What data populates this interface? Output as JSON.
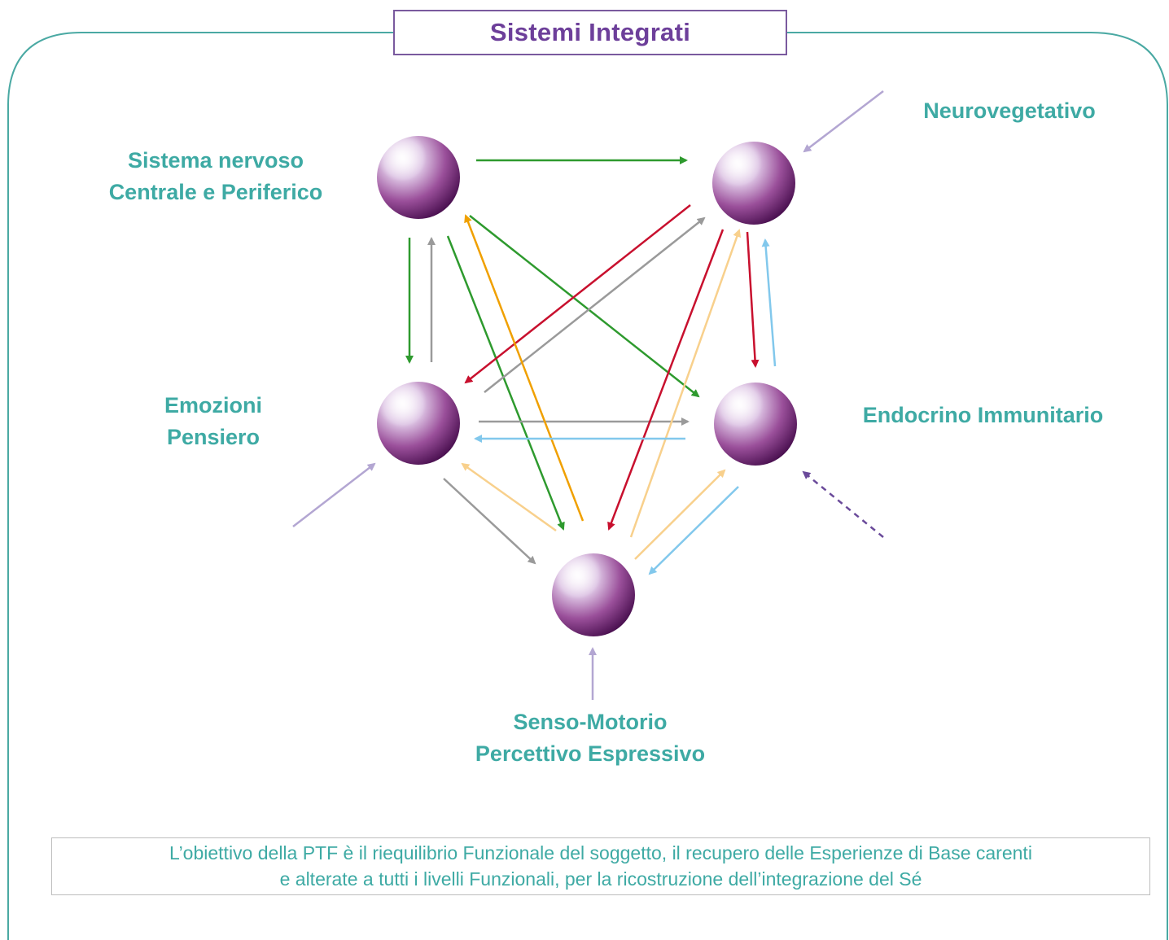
{
  "title": "Sistemi Integrati",
  "nodes": {
    "snc": {
      "line1": "Sistema nervoso",
      "line2": "Centrale e Periferico"
    },
    "neuro": {
      "line1": "Neurovegetativo"
    },
    "emozioni": {
      "line1": "Emozioni",
      "line2": "Pensiero"
    },
    "endocrino": {
      "line1": "Endocrino Immunitario"
    },
    "senso": {
      "line1": "Senso-Motorio",
      "line2": "Percettivo Espressivo"
    }
  },
  "note": {
    "line1": "L’obiettivo della PTF è il  riequilibrio Funzionale del soggetto, il recupero delle Esperienze di Base carenti",
    "line2": "e alterate a tutti i livelli Funzionali, per la ricostruzione  dell’integrazione del Sé"
  },
  "colors": {
    "frame": "#4aa9a3",
    "title_border": "#7a5a9e",
    "title_text": "#6d3f9a",
    "label_text": "#3eaaa4",
    "green": "#2e9a2e",
    "gray": "#9a9a9a",
    "red": "#c8102e",
    "orange": "#f0a000",
    "light_orange": "#f8d08c",
    "light_blue": "#82c8ec",
    "lavender": "#b3a6d2",
    "purple_dashed": "#6a4a9a"
  }
}
